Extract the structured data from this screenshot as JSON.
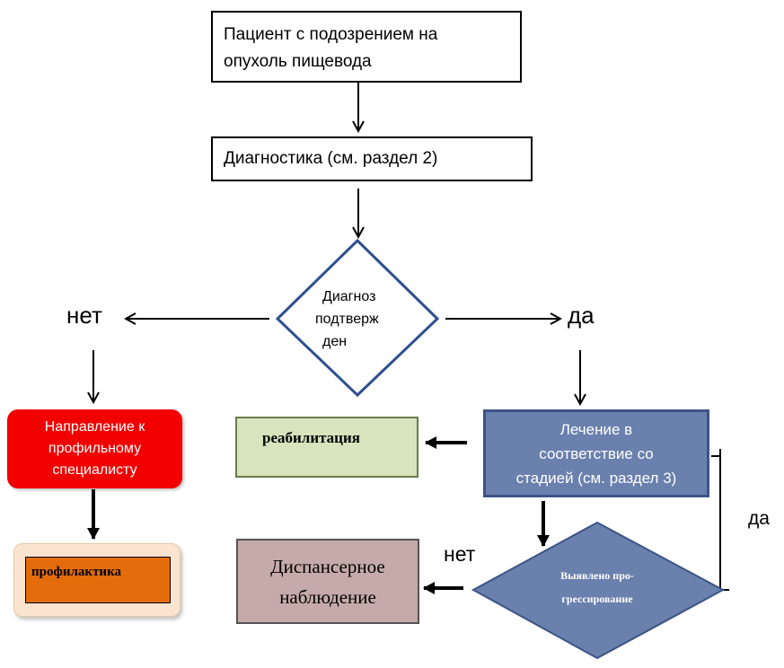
{
  "nodes": {
    "patient": {
      "line1": "Пациент с подозрением на",
      "line2": "опухоль пищевода"
    },
    "diagnostics": {
      "label": "Диагностика (см. раздел  2)"
    },
    "decision_confirmed": {
      "line1": "Диагноз",
      "line2": "подтверж",
      "line3": "ден"
    },
    "referral": {
      "line1": "Направление к",
      "line2": "профильному",
      "line3": "специалисту"
    },
    "prophylaxis": {
      "label": "профилактика"
    },
    "rehabilitation": {
      "label": "реабилитация"
    },
    "treatment": {
      "line1": "Лечение в",
      "line2": "соответствие со",
      "line3": "стадией (см. раздел 3)"
    },
    "dispensary": {
      "line1": "Диспансерное",
      "line2": "наблюдение"
    },
    "decision_progression": {
      "line1": "Выявлено про-",
      "line2": "грессирование"
    }
  },
  "edges": {
    "no_left": "нет",
    "yes_right": "да",
    "no_bottom": "нет",
    "yes_loop": "да"
  },
  "colors": {
    "referral_fill": "#f20000",
    "prophylaxis_fill": "#e46c0a",
    "rehabilitation_fill": "#d7e4bd",
    "treatment_fill": "#6a80ad",
    "dispensary_fill": "#c6a9a9",
    "diamond_progression_fill": "#6a80ad",
    "diamond_confirmed_stroke": "#2f4f8f"
  }
}
